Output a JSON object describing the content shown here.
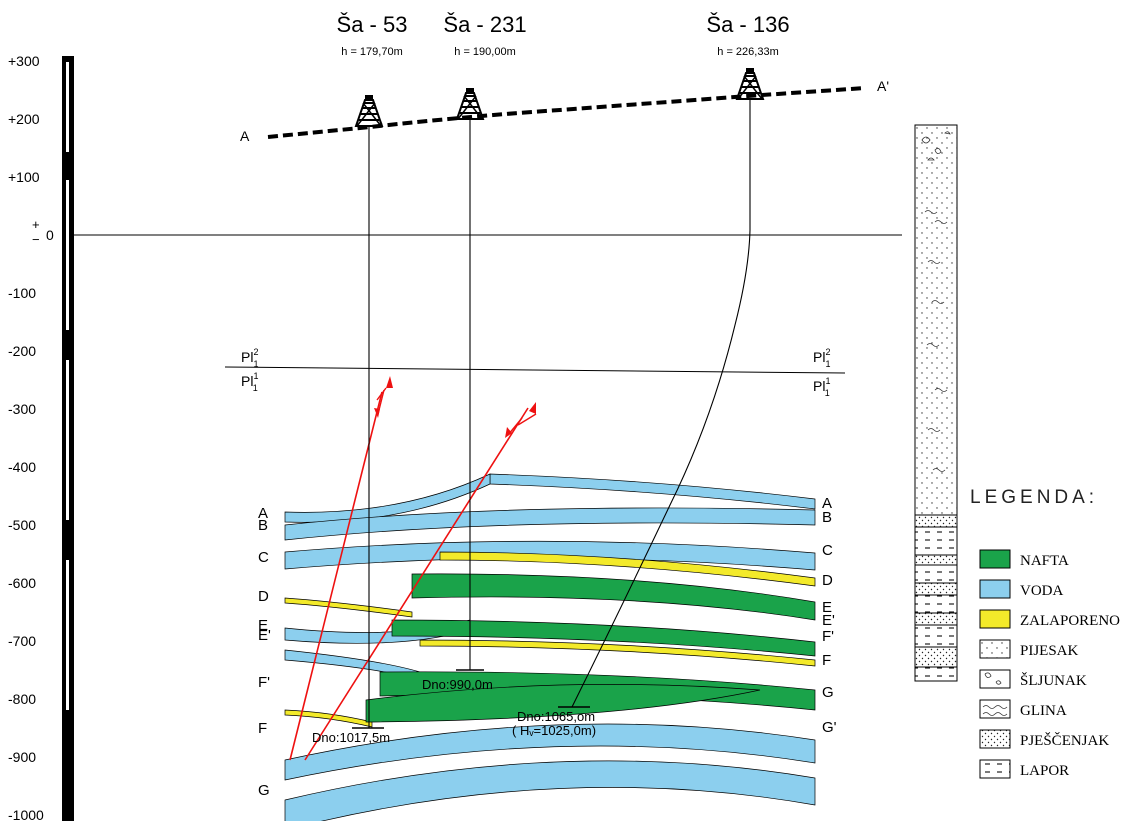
{
  "depth_axis": {
    "ticks": [
      {
        "value": 300,
        "label": "+300"
      },
      {
        "value": 200,
        "label": "+200"
      },
      {
        "value": 100,
        "label": "+100"
      },
      {
        "value": 0,
        "label": "0"
      },
      {
        "value": -100,
        "label": "-100"
      },
      {
        "value": -200,
        "label": "-200"
      },
      {
        "value": -300,
        "label": "-300"
      },
      {
        "value": -400,
        "label": "-400"
      },
      {
        "value": -500,
        "label": "-500"
      },
      {
        "value": -600,
        "label": "-600"
      },
      {
        "value": -700,
        "label": "-700"
      },
      {
        "value": -800,
        "label": "-800"
      },
      {
        "value": -900,
        "label": "-900"
      },
      {
        "value": -1000,
        "label": "-1000"
      }
    ],
    "zero_sign_top": "+",
    "zero_sign_bottom": "−"
  },
  "profile": {
    "start_label": "A",
    "end_label": "A'"
  },
  "wells": [
    {
      "name": "Ša - 53",
      "elevation": "h = 179,70m",
      "bottom": "Dno:1017,5m"
    },
    {
      "name": "Ša - 231",
      "elevation": "h = 190,00m",
      "bottom": "Dno:990,0m"
    },
    {
      "name": "Ša - 136",
      "elevation": "h = 226,33m",
      "bottom": "Dno:1065,om",
      "bottom_note": "( Hᵥ=1025,0m)"
    }
  ],
  "stratigraphy": {
    "base": "Pl",
    "upper_sup": "2",
    "upper_sub": "1",
    "lower_sup": "1",
    "lower_sub": "1"
  },
  "layers_left": [
    "A",
    "B",
    "C",
    "D",
    "E",
    "E'",
    "F'",
    "F",
    "G"
  ],
  "layers_right": [
    "A",
    "B",
    "C",
    "D",
    "E",
    "E'",
    "F'",
    "F",
    "G",
    "G'"
  ],
  "legend": {
    "title": "LEGENDA:",
    "items": [
      {
        "key": "nafta",
        "label": "NAFTA",
        "color": "#1aa34a"
      },
      {
        "key": "voda",
        "label": "VODA",
        "color": "#8ccfee"
      },
      {
        "key": "zalaporeno",
        "label": "ZALAPORENO",
        "color": "#f3ea2a"
      },
      {
        "key": "pijesak",
        "label": "PIJESAK"
      },
      {
        "key": "sljunak",
        "label": "ŠLJUNAK"
      },
      {
        "key": "glina",
        "label": "GLINA"
      },
      {
        "key": "pjescenjak",
        "label": "PJEŠČENJAK"
      },
      {
        "key": "lapor",
        "label": "LAPOR"
      }
    ]
  }
}
